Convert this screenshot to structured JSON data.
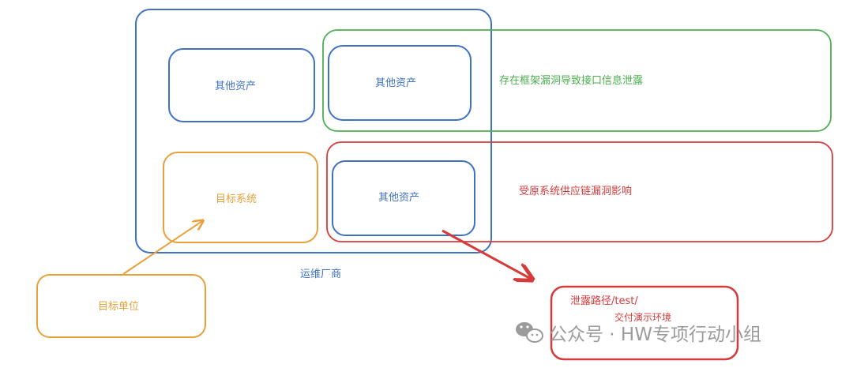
{
  "nodes": {
    "ops_vendor_label": "运维厂商",
    "other_asset_1": "其他资产",
    "other_asset_2": "其他资产",
    "other_asset_3": "其他资产",
    "target_system": "目标系统",
    "target_unit": "目标单位",
    "framework_leak": "存在框架漏洞导致接口信息泄露",
    "supply_chain": "受原系统供应链漏洞影响",
    "leak_path": "泄露路径/test/",
    "demo_env": "交付演示环境"
  },
  "watermark": {
    "icon": "wechat-icon",
    "text": "公众号 · HW专项行动小组"
  },
  "colors": {
    "blue": "#3f72c4",
    "orange": "#e8a13a",
    "green": "#4caf50",
    "red": "#d63b3b",
    "grey": "#9b9b9b"
  }
}
